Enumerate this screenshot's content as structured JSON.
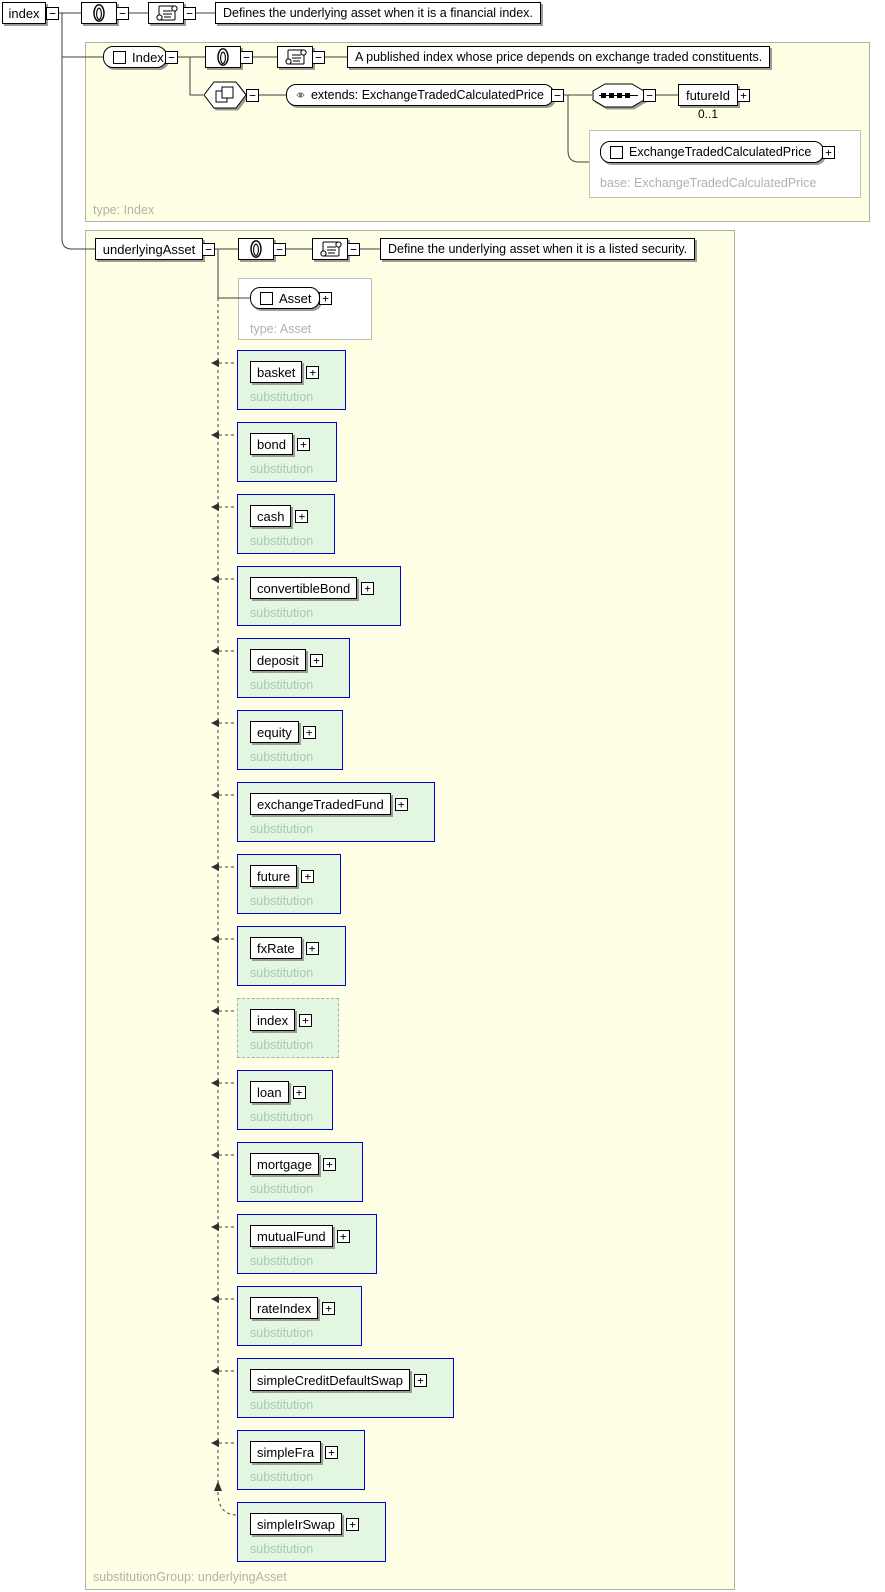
{
  "diagram": {
    "root_element": {
      "label": "index",
      "annotation": "Defines the underlying asset when it is a financial index."
    },
    "index_type": {
      "label": "Index",
      "annotation": "A published index whose price depends on exchange traded constituents.",
      "extends_label": "extends: ExchangeTradedCalculatedPrice",
      "future_id": {
        "label": "futureId",
        "occurrence": "0..1"
      },
      "base_box": {
        "label": "ExchangeTradedCalculatedPrice",
        "caption": "base: ExchangeTradedCalculatedPrice"
      },
      "type_caption": "type: Index"
    },
    "underlying_asset": {
      "label": "underlyingAsset",
      "annotation": "Define the underlying asset when it is a listed security.",
      "asset_box": {
        "label": "Asset",
        "caption": "type: Asset"
      },
      "substitution_caption": "substitution",
      "group_caption": "substitutionGroup: underlyingAsset",
      "substitutions": [
        "basket",
        "bond",
        "cash",
        "convertibleBond",
        "deposit",
        "equity",
        "exchangeTradedFund",
        "future",
        "fxRate",
        "index",
        "loan",
        "mortgage",
        "mutualFund",
        "rateIndex",
        "simpleCreditDefaultSwap",
        "simpleFra",
        "simpleIrSwap"
      ]
    },
    "glyphs": {
      "collapse": "−",
      "expand": "+"
    },
    "colors": {
      "container_bg": "#ffffe5",
      "container_border": "#b0b0a0",
      "substitution_bg": "#e2f6e2",
      "substitution_border": "#0000cc",
      "line": "#404040",
      "shadow": "#9c9c94",
      "muted_text": "#b2b2aa",
      "substitution_text": "#aac8aa"
    }
  }
}
